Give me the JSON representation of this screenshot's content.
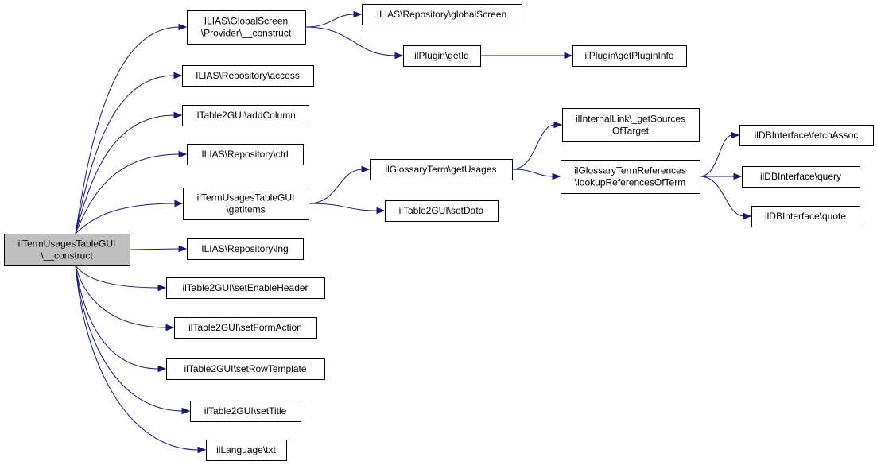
{
  "diagram": {
    "type": "call-graph",
    "colors": {
      "edge": "#191970",
      "root_fill": "#bfbfbf",
      "node_fill": "#ffffff",
      "node_border": "#000000"
    },
    "nodes": [
      {
        "id": "root",
        "lines": [
          "ilTermUsagesTableGUI",
          "\\__construct"
        ]
      },
      {
        "id": "gs_construct",
        "lines": [
          "ILIAS\\GlobalScreen",
          "\\Provider\\__construct"
        ]
      },
      {
        "id": "repo_access",
        "lines": [
          "ILIAS\\Repository\\access"
        ]
      },
      {
        "id": "addColumn",
        "lines": [
          "ilTable2GUI\\addColumn"
        ]
      },
      {
        "id": "repo_ctrl",
        "lines": [
          "ILIAS\\Repository\\ctrl"
        ]
      },
      {
        "id": "getItems",
        "lines": [
          "ilTermUsagesTableGUI",
          "\\getItems"
        ]
      },
      {
        "id": "repo_lng",
        "lines": [
          "ILIAS\\Repository\\lng"
        ]
      },
      {
        "id": "setEnableHeader",
        "lines": [
          "ilTable2GUI\\setEnableHeader"
        ]
      },
      {
        "id": "setFormAction",
        "lines": [
          "ilTable2GUI\\setFormAction"
        ]
      },
      {
        "id": "setRowTemplate",
        "lines": [
          "ilTable2GUI\\setRowTemplate"
        ]
      },
      {
        "id": "setTitle",
        "lines": [
          "ilTable2GUI\\setTitle"
        ]
      },
      {
        "id": "txt",
        "lines": [
          "ilLanguage\\txt"
        ]
      },
      {
        "id": "globalScreen",
        "lines": [
          "ILIAS\\Repository\\globalScreen"
        ]
      },
      {
        "id": "getId",
        "lines": [
          "ilPlugin\\getId"
        ]
      },
      {
        "id": "getPluginInfo",
        "lines": [
          "ilPlugin\\getPluginInfo"
        ]
      },
      {
        "id": "getUsages",
        "lines": [
          "ilGlossaryTerm\\getUsages"
        ]
      },
      {
        "id": "setData",
        "lines": [
          "ilTable2GUI\\setData"
        ]
      },
      {
        "id": "getSources",
        "lines": [
          "ilInternalLink\\_getSources",
          "OfTarget"
        ]
      },
      {
        "id": "lookupRefs",
        "lines": [
          "ilGlossaryTermReferences",
          "\\lookupReferencesOfTerm"
        ]
      },
      {
        "id": "fetchAssoc",
        "lines": [
          "ilDBInterface\\fetchAssoc"
        ]
      },
      {
        "id": "query",
        "lines": [
          "ilDBInterface\\query"
        ]
      },
      {
        "id": "quote",
        "lines": [
          "ilDBInterface\\quote"
        ]
      }
    ],
    "edges": [
      [
        "root",
        "gs_construct"
      ],
      [
        "root",
        "repo_access"
      ],
      [
        "root",
        "addColumn"
      ],
      [
        "root",
        "repo_ctrl"
      ],
      [
        "root",
        "getItems"
      ],
      [
        "root",
        "repo_lng"
      ],
      [
        "root",
        "setEnableHeader"
      ],
      [
        "root",
        "setFormAction"
      ],
      [
        "root",
        "setRowTemplate"
      ],
      [
        "root",
        "setTitle"
      ],
      [
        "root",
        "txt"
      ],
      [
        "gs_construct",
        "globalScreen"
      ],
      [
        "gs_construct",
        "getId"
      ],
      [
        "getId",
        "getPluginInfo"
      ],
      [
        "getItems",
        "getUsages"
      ],
      [
        "getItems",
        "setData"
      ],
      [
        "getUsages",
        "getSources"
      ],
      [
        "getUsages",
        "lookupRefs"
      ],
      [
        "lookupRefs",
        "fetchAssoc"
      ],
      [
        "lookupRefs",
        "query"
      ],
      [
        "lookupRefs",
        "quote"
      ]
    ]
  }
}
